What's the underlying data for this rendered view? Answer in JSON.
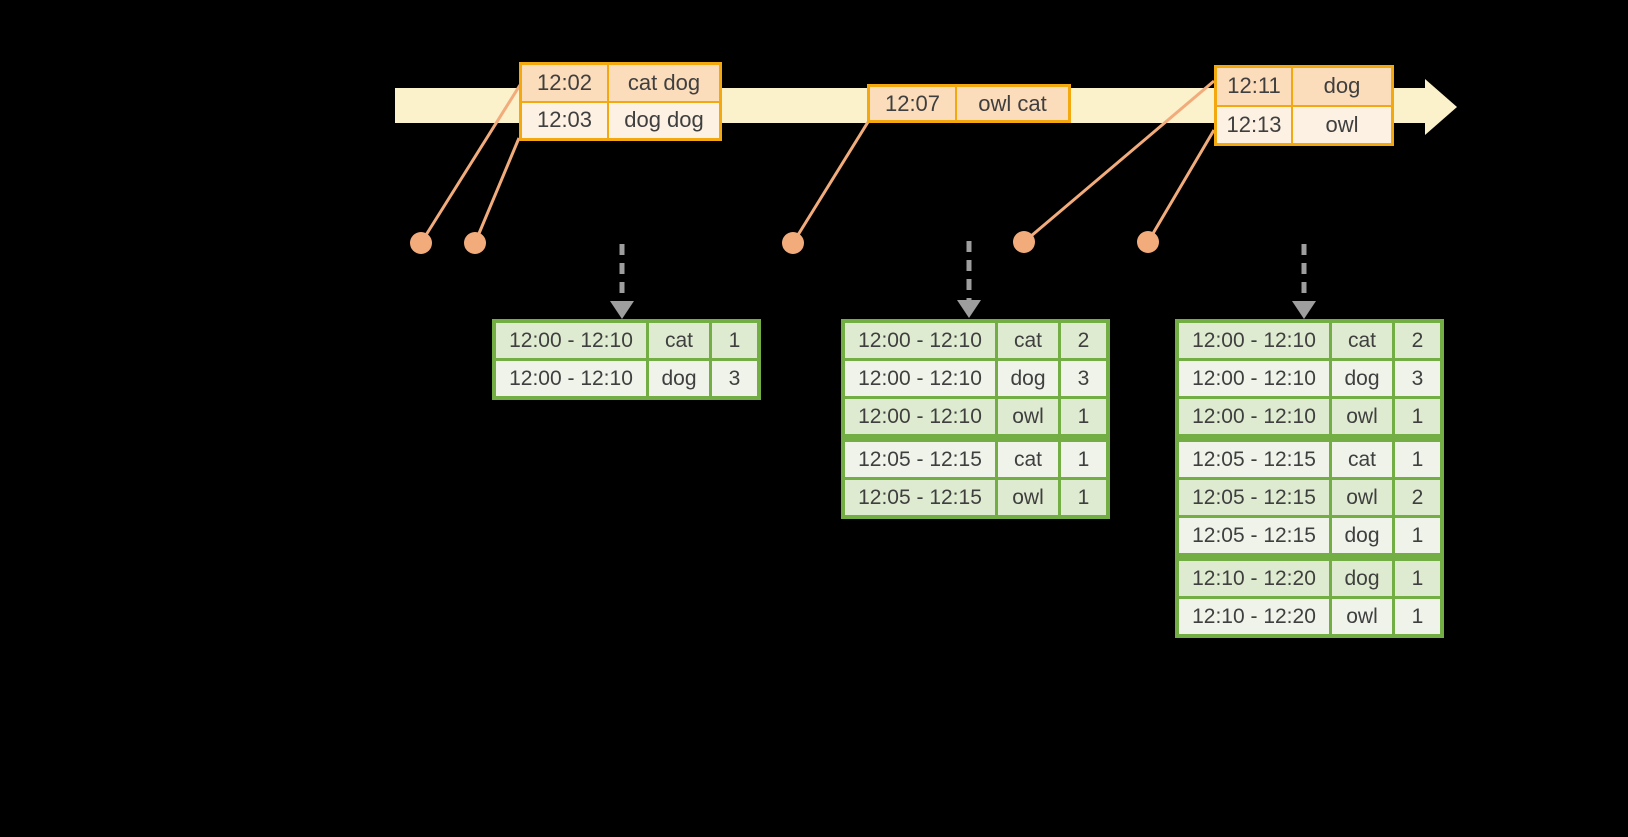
{
  "colors": {
    "background": "#000000",
    "timeline_band": "#FBF1CB",
    "event_border": "#F4A810",
    "event_row_dark": "#FBDCBB",
    "event_row_light": "#FCF1E3",
    "connector": "#F2AC7C",
    "dashed_arrow": "#9E9E9E",
    "table_border": "#72AE44",
    "table_row_dark": "#DFEBD0",
    "table_row_light": "#EFF3EA",
    "text": "#3F3F3F"
  },
  "timeline": {
    "events": [
      {
        "rows": [
          {
            "time": "12:02",
            "words": "cat dog"
          },
          {
            "time": "12:03",
            "words": "dog dog"
          }
        ]
      },
      {
        "rows": [
          {
            "time": "12:07",
            "words": "owl cat"
          }
        ]
      },
      {
        "rows": [
          {
            "time": "12:11",
            "words": "dog"
          },
          {
            "time": "12:13",
            "words": "owl"
          }
        ]
      }
    ]
  },
  "result_tables": [
    {
      "rows": [
        [
          "12:00 - 12:10",
          "cat",
          "1"
        ],
        [
          "12:00 - 12:10",
          "dog",
          "3"
        ]
      ]
    },
    {
      "rows": [
        [
          "12:00 - 12:10",
          "cat",
          "2"
        ],
        [
          "12:00 - 12:10",
          "dog",
          "3"
        ],
        [
          "12:00 - 12:10",
          "owl",
          "1"
        ],
        [
          "12:05 - 12:15",
          "cat",
          "1"
        ],
        [
          "12:05 - 12:15",
          "owl",
          "1"
        ]
      ]
    },
    {
      "rows": [
        [
          "12:00 - 12:10",
          "cat",
          "2"
        ],
        [
          "12:00 - 12:10",
          "dog",
          "3"
        ],
        [
          "12:00 - 12:10",
          "owl",
          "1"
        ],
        [
          "12:05 - 12:15",
          "cat",
          "1"
        ],
        [
          "12:05 - 12:15",
          "owl",
          "2"
        ],
        [
          "12:05 - 12:15",
          "dog",
          "1"
        ],
        [
          "12:10 - 12:20",
          "dog",
          "1"
        ],
        [
          "12:10 - 12:20",
          "owl",
          "1"
        ]
      ]
    }
  ]
}
